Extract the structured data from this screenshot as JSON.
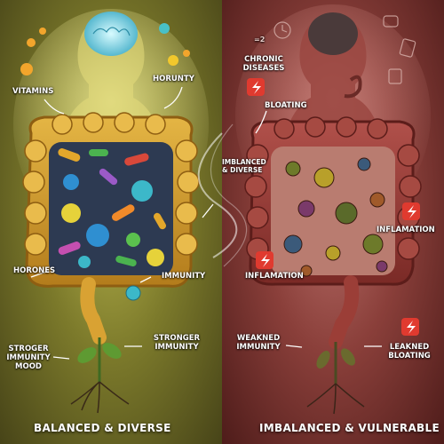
{
  "left": {
    "labels": {
      "vitamins": "VITAMINS",
      "horunty": "HORUNTY",
      "horones": "HORONES",
      "immunity": "IMMUNITY",
      "stronger_immunity": "STRONGER\nIMMUNITY",
      "stroger_immunity_mood": "STROGER\nIMMUNITY\nMOOD"
    },
    "footer": "BALANCED & DIVERSE",
    "colors": {
      "background": "#8a8630",
      "gut": "#d9a233"
    }
  },
  "center": {
    "imbalanced_label": "IMBLANCED\n& DIVERSE"
  },
  "right": {
    "labels": {
      "chronic_diseases": "CHRONIC\nDISEASES",
      "bloating": "BLOATING",
      "inflamation_right": "INFLAMATION",
      "inflamation_left": "INFLAMATION",
      "weakned_immunity": "WEAKNED\nIMMUNITY",
      "leakned_bloating": "LEAKNED\nBLOATING"
    },
    "clock_text": "=2",
    "footer": "IMBALANCED & VULNERABLE",
    "colors": {
      "background": "#8a3f3a",
      "gut": "#9b3e37",
      "alert": "#e03a2f"
    }
  }
}
